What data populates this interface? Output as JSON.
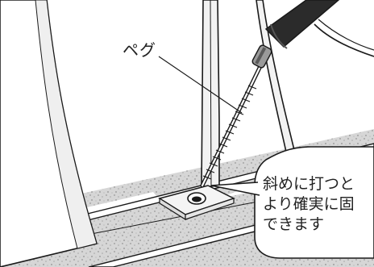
{
  "labels": {
    "peg": "ペグ"
  },
  "note": {
    "lines": [
      "斜めに打つと",
      "より確実に固",
      "できます"
    ]
  },
  "colors": {
    "line": "#1a1a1a",
    "ground_fill": "#d2d2d2",
    "plate_fill": "#f4f4f4",
    "hammer": "#2b2b2b"
  },
  "icons": {
    "hammer": "hammer-icon",
    "peg": "peg-screw-icon",
    "plate": "anchor-plate-icon"
  }
}
